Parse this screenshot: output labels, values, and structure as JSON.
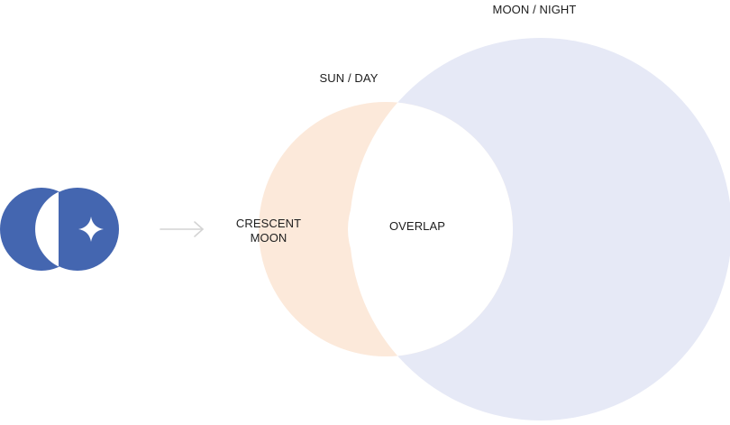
{
  "diagram": {
    "labels": {
      "moon_night": "MOON / NIGHT",
      "sun_day": "SUN / DAY",
      "crescent_line1": "CRESCENT",
      "crescent_line2": "MOON",
      "overlap": "OVERLAP"
    },
    "colors": {
      "moon_night_fill": "#e6e9f6",
      "sun_day_fill": "#fce9da",
      "overlap_fill": "#ffffff",
      "logo_blue": "#4466b0",
      "arrow_gray": "#d4d4d4",
      "text": "#1d1d1d"
    },
    "icons": {
      "logo": "sun-moon-logo-icon",
      "sleeping_eye": "closed-eye-icon",
      "sparkle": "four-point-star-icon",
      "arrow": "arrow-right-icon"
    }
  }
}
